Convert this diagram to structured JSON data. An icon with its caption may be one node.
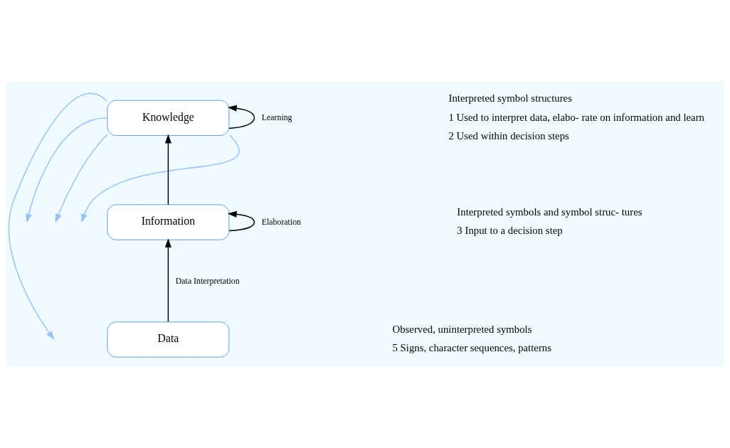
{
  "diagram": {
    "nodes": [
      {
        "text": [
          "Knowledge"
        ],
        "beside": [
          "Interpreted symbol structures",
          "1 Used to interpret data, elabo- rate on information and learn",
          "2 Used within decision steps"
        ]
      },
      {
        "text": [
          "Information"
        ],
        "beside": [
          "Interpreted symbols and symbol struc- tures",
          "3 Input to a decision step"
        ]
      },
      {
        "text": [
          "Data"
        ],
        "beside": [
          "Observed, uninterpreted symbols",
          "5 Signs, character sequences, patterns"
        ]
      }
    ],
    "edges": [
      {
        "from": 2,
        "to": 1,
        "arrow": "to",
        "label": "Data Interpretation"
      },
      {
        "from": 1,
        "to": 0,
        "arrow": "to"
      },
      {
        "from": 1,
        "to": 1,
        "arrow": "to",
        "label": "Elaboration"
      },
      {
        "from": 0,
        "to": 0,
        "arrow": "to",
        "label": "Learning"
      },
      {
        "from": 0,
        "to": null,
        "arrow": "to",
        "color": "#9cc3f0"
      },
      {
        "from": 0,
        "to": null,
        "arrow": "to",
        "color": "#9cc3f0"
      },
      {
        "from": 0,
        "to": null,
        "arrow": "to",
        "color": "#9cc3f0"
      },
      {
        "from": 0,
        "to": null,
        "arrow": "to",
        "color": "#9cc3f0"
      }
    ]
  }
}
